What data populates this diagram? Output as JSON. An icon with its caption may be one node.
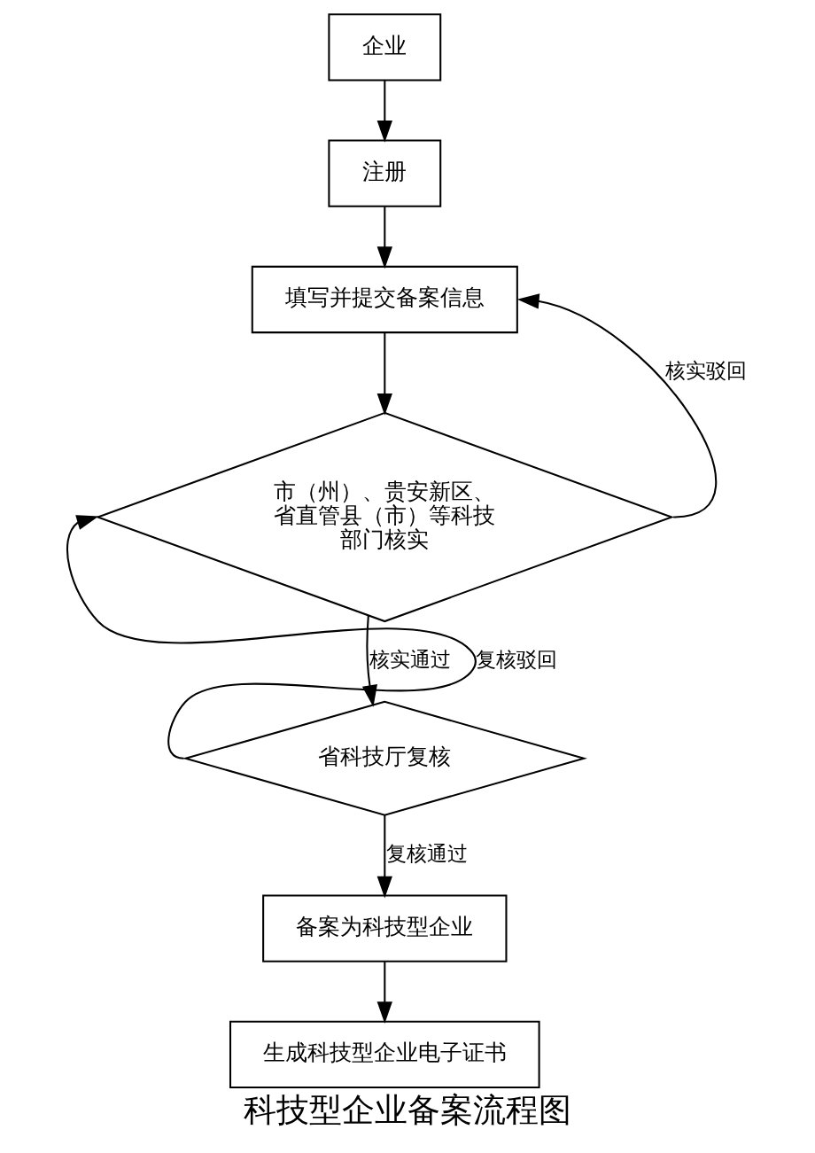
{
  "diagram": {
    "caption": "科技型企业备案流程图",
    "nodes": [
      {
        "text": [
          "企业"
        ]
      },
      {
        "text": [
          "注册"
        ]
      },
      {
        "text": [
          "填写并提交备案信息"
        ]
      },
      {
        "text": [
          "市（州）、贵安新区、省直管县（市）等科技部门核实"
        ]
      },
      {
        "text": [
          "省科技厅复核"
        ]
      },
      {
        "text": [
          "备案为科技型企业"
        ]
      },
      {
        "text": [
          "生成科技型企业电子证书"
        ]
      }
    ],
    "edges": [
      {
        "from": 0,
        "to": 1,
        "arrow": "to"
      },
      {
        "from": 1,
        "to": 2,
        "arrow": "to"
      },
      {
        "from": 2,
        "to": 3,
        "arrow": "to"
      },
      {
        "from": 3,
        "to": 2,
        "arrow": "to",
        "label": "核实驳回"
      },
      {
        "from": 3,
        "to": 4,
        "arrow": "to",
        "label": "核实通过"
      },
      {
        "from": 4,
        "to": 3,
        "arrow": "to",
        "label": "复核驳回"
      },
      {
        "from": 4,
        "to": 5,
        "arrow": "to",
        "label": "复核通过"
      },
      {
        "from": 5,
        "to": 6,
        "arrow": "to"
      }
    ]
  }
}
